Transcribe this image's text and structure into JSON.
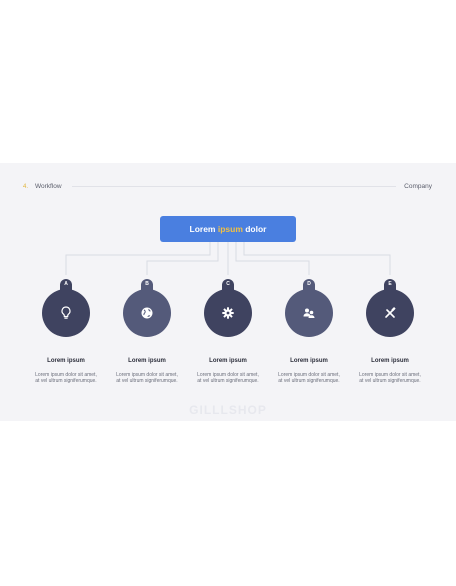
{
  "header": {
    "number": "4.",
    "left_label": "Workflow",
    "right_label": "Company"
  },
  "main_box": {
    "prefix": "Lorem ",
    "highlight": "ipsum",
    "suffix": " dolor"
  },
  "nodes": [
    {
      "letter": "A",
      "icon": "lightbulb-icon",
      "title": "Lorem ipsum",
      "desc": "Lorem ipsum dolor sit amet, at vel ultrum signiferumque.",
      "color": "#3f4360"
    },
    {
      "letter": "B",
      "icon": "globe-icon",
      "title": "Lorem ipsum",
      "desc": "Lorem ipsum dolor sit amet, at vel ultrum signiferumque.",
      "color": "#545a7a"
    },
    {
      "letter": "C",
      "icon": "gear-icon",
      "title": "Lorem ipsum",
      "desc": "Lorem ipsum dolor sit amet, at vel ultrum signiferumque.",
      "color": "#3f4360"
    },
    {
      "letter": "D",
      "icon": "users-icon",
      "title": "Lorem ipsum",
      "desc": "Lorem ipsum dolor sit amet, at vel ultrum signiferumque.",
      "color": "#545a7a"
    },
    {
      "letter": "E",
      "icon": "tools-icon",
      "title": "Lorem ipsum",
      "desc": "Lorem ipsum dolor sit amet, at vel ultrum signiferumque.",
      "color": "#3f4360"
    }
  ],
  "watermark": "GILLLSHOP",
  "colors": {
    "accent_blue": "#4a7fe0",
    "highlight_yellow": "#f2c043",
    "background": "#f4f4f7"
  }
}
